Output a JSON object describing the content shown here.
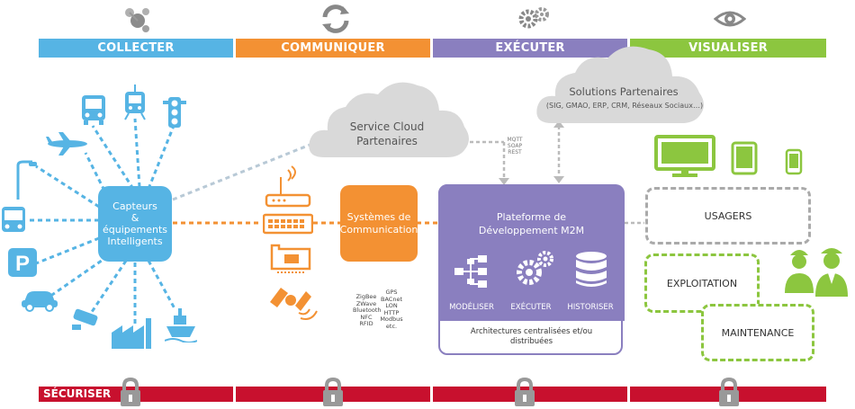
{
  "phases": [
    {
      "label": "COLLECTER",
      "color": "#56b4e4",
      "icon": "molecule-icon"
    },
    {
      "label": "COMMUNIQUER",
      "color": "#f39133",
      "icon": "exchange-arrows-icon"
    },
    {
      "label": "EXÉCUTER",
      "color": "#8a7fbf",
      "icon": "gears-icon"
    },
    {
      "label": "VISUALISER",
      "color": "#8cc63f",
      "icon": "eye-icon"
    }
  ],
  "devices": {
    "capteurs": "Capteurs\n& équipements\nIntelligents"
  },
  "cloud_service": "Service Cloud\nPartenaires",
  "cloud_solutions": {
    "title": "Solutions Partenaires",
    "subtitle": "(SIG, GMAO, ERP, CRM, Réseaux Sociaux…)"
  },
  "protocols_cloud": "MQTT\nSOAP\nREST",
  "communication": {
    "label": "Systèmes de\nCommunication",
    "protocols_left": "ZigBee\nZWave\nBluetooth\nNFC\nRFID",
    "protocols_right": "GPS\nBACnet\nLON\nHTTP\nModbus\netc."
  },
  "platform": {
    "title": "Plateforme de\nDéveloppement M2M",
    "modules": [
      "MODÉLISER",
      "EXÉCUTER",
      "HISTORISER"
    ],
    "footer": "Architectures centralisées et/ou\ndistribuées"
  },
  "visualise": {
    "usagers": "USAGERS",
    "exploitation": "EXPLOITATION",
    "maintenance": "MAINTENANCE"
  },
  "secure": {
    "label": "SÉCURISER"
  },
  "colors": {
    "blue": "#56b4e4",
    "orange": "#f39133",
    "purple": "#8a7fbf",
    "green": "#8cc63f",
    "red": "#c8102e",
    "cloud": "#d9d9d9"
  }
}
